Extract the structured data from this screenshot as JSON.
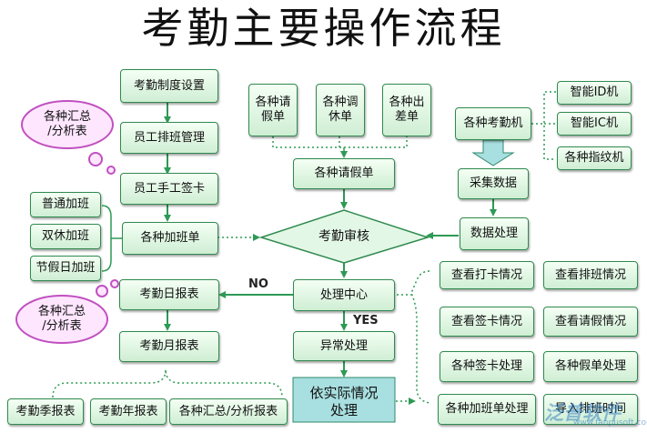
{
  "title": "考勤主要操作流程",
  "left_column": {
    "setting": "考勤制度设置",
    "schedule": "员工排班管理",
    "manual_card": "员工手工签卡",
    "overtime": "各种加班单",
    "daily_report": "考勤日报表",
    "monthly_report": "考勤月报表"
  },
  "overtime_types": [
    "普通加班",
    "双休加班",
    "节假日加班"
  ],
  "bubbles": {
    "top": "各种汇总\n/分析表",
    "bottom": "各种汇总\n/分析表"
  },
  "leave_types": [
    "各种请\n假单",
    "各种调\n休单",
    "各种出\n差单"
  ],
  "leave_merged": "各种请假单",
  "machines": {
    "main": "各种考勤机",
    "types": [
      "智能ID机",
      "智能IC机",
      "各种指纹机"
    ]
  },
  "collect": "采集数据",
  "data_process": "数据处理",
  "audit": "考勤审核",
  "center": "处理中心",
  "labels": {
    "no": "NO",
    "yes": "YES"
  },
  "exception": "异常处理",
  "actual": "依实际情况\n处理",
  "bottom_reports": [
    "考勤季报表",
    "考勤年报表",
    "各种汇总/分析报表"
  ],
  "right_actions": [
    [
      "查看打卡情况",
      "查看排班情况"
    ],
    [
      "查看签卡情况",
      "查看请假情况"
    ],
    [
      "各种签卡处理",
      "各种假单处理"
    ],
    [
      "各种加班单处理",
      "导入排班时间"
    ]
  ],
  "watermark": "泛普软件",
  "watermark_url": "www.fanpusoft.com",
  "colors": {
    "box_border": "#2f8a4e",
    "box_fill_top": "#f4fff4",
    "box_fill_bottom": "#cfeed4",
    "arrow": "#2d9a55",
    "bubble_border": "#c050c0",
    "bubble_fill": "#ffe6ff"
  }
}
